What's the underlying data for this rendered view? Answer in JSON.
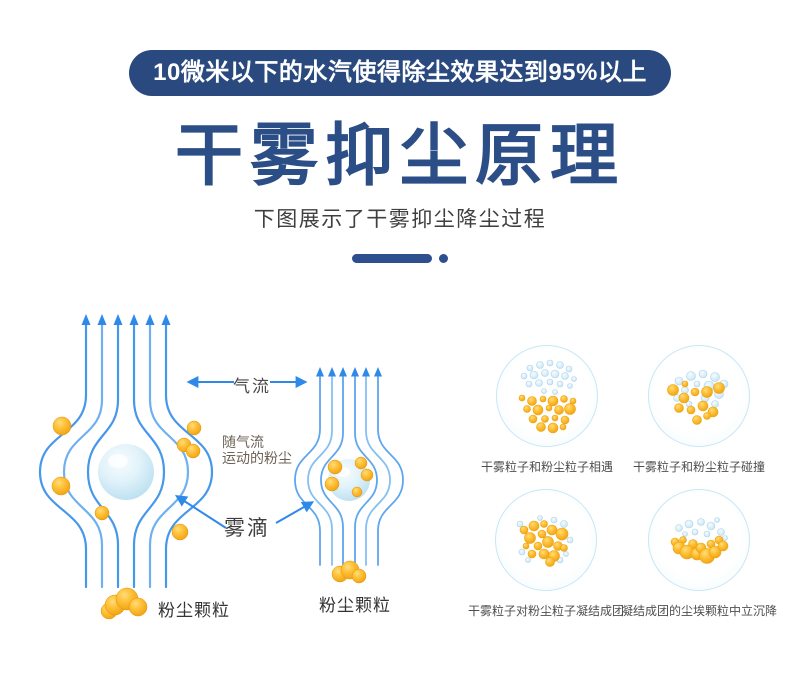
{
  "banner": {
    "text": "10微米以下的水汽使得除尘效果达到95%以上",
    "bg_color": "#2a4a7f",
    "text_color": "#ffffff"
  },
  "title": {
    "text": "干雾抑尘原理",
    "color": "#2c4e87"
  },
  "subtitle": {
    "text": "下图展示了干雾抑尘降尘过程"
  },
  "divider": {
    "color": "#2d4f8e"
  },
  "diagram": {
    "labels": {
      "airflow": "气流",
      "dust_with_airflow_line1": "随气流",
      "dust_with_airflow_line2": "运动的粉尘",
      "fog_droplet": "雾滴",
      "dust_particles_left": "粉尘颗粒",
      "dust_particles_right": "粉尘颗粒"
    },
    "colors": {
      "streamline": "#4797ea",
      "arrow": "#2f89e8",
      "fog_droplet_fill": "#d9edf8",
      "dust_fill": "#f6a714"
    }
  },
  "stages": [
    {
      "caption": "干雾粒子和粉尘粒子相遇"
    },
    {
      "caption": "干雾粒子和粉尘粒子碰撞"
    },
    {
      "caption": "干雾粒子对粉尘粒子凝结成团"
    },
    {
      "caption": "凝结成团的尘埃颗粒中立沉降"
    }
  ]
}
